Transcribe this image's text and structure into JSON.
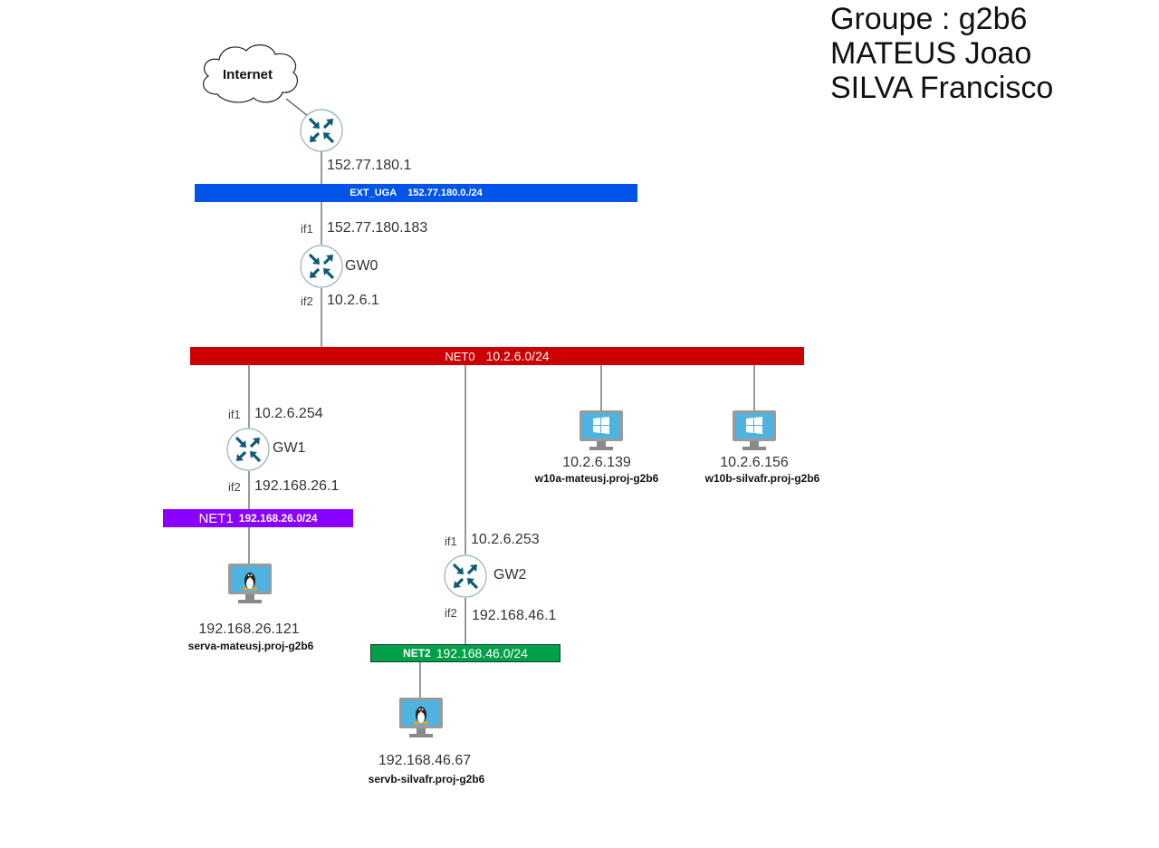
{
  "header": {
    "group": "Groupe : g2b6",
    "member1": "MATEUS Joao",
    "member2": "SILVA Francisco"
  },
  "internet": {
    "label": "Internet",
    "icon": "cloud-icon"
  },
  "edge_router": {
    "icon": "router-icon",
    "ip": "152.77.180.1"
  },
  "networks": {
    "ext": {
      "name": "EXT_UGA",
      "subnet": "152.77.180.0./24",
      "color": "#0055e8"
    },
    "net0": {
      "name": "NET0",
      "subnet": "10.2.6.0/24",
      "color": "#cc0000"
    },
    "net1": {
      "name": "NET1",
      "subnet": "192.168.26.0/24",
      "color": "#8a00ff"
    },
    "net2": {
      "name": "NET2",
      "subnet": "192.168.46.0/24",
      "color": "#00a04a"
    }
  },
  "gateways": {
    "gw0": {
      "name": "GW0",
      "if1": "if1",
      "if1_ip": "152.77.180.183",
      "if2": "if2",
      "if2_ip": "10.2.6.1"
    },
    "gw1": {
      "name": "GW1",
      "if1": "if1",
      "if1_ip": "10.2.6.254",
      "if2": "if2",
      "if2_ip": "192.168.26.1"
    },
    "gw2": {
      "name": "GW2",
      "if1": "if1",
      "if1_ip": "10.2.6.253",
      "if2": "if2",
      "if2_ip": "192.168.46.1"
    }
  },
  "hosts": {
    "w10a": {
      "ip": "10.2.6.139",
      "hostname": "w10a-mateusj.proj-g2b6",
      "os": "windows"
    },
    "w10b": {
      "ip": "10.2.6.156",
      "hostname": "w10b-silvafr.proj-g2b6",
      "os": "windows"
    },
    "serva": {
      "ip": "192.168.26.121",
      "hostname": "serva-mateusj.proj-g2b6",
      "os": "linux"
    },
    "servb": {
      "ip": "192.168.46.67",
      "hostname": "servb-silvafr.proj-g2b6",
      "os": "linux"
    }
  },
  "colors": {
    "router_arrow": "#0e5a7a",
    "monitor_screen": "#4fb3e0",
    "monitor_frame": "#9a9a9a"
  }
}
